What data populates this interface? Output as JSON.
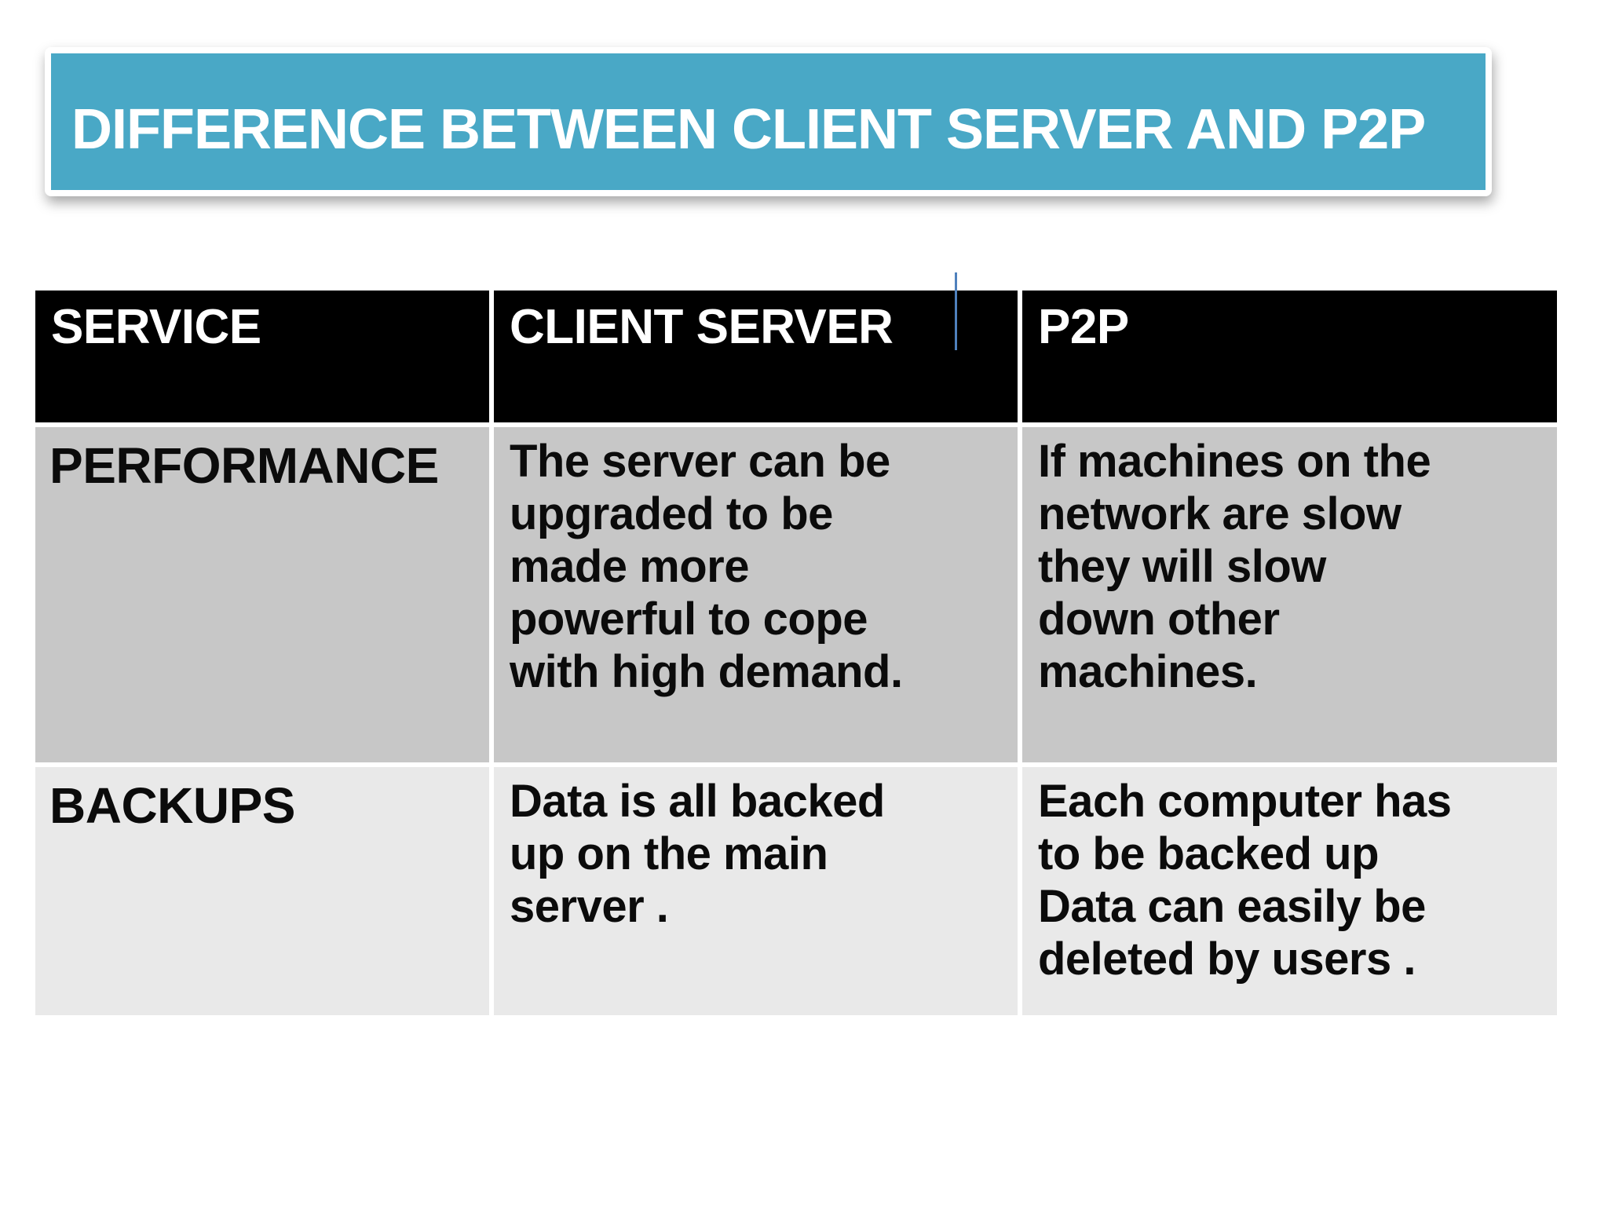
{
  "slide": {
    "title": "DIFFERENCE BETWEEN CLIENT SERVER AND P2P"
  },
  "table": {
    "columns": [
      "SERVICE",
      "CLIENT SERVER",
      "P2P"
    ],
    "rows": [
      {
        "service": "PERFORMANCE",
        "client_server": "The server can be\nupgraded to be\nmade more\npowerful to cope\nwith high demand.",
        "p2p": "If machines  on the\nnetwork are slow\nthey will slow\ndown other\nmachines."
      },
      {
        "service": "BACKUPS",
        "client_server": "Data is all  backed\nup on the main\nserver .",
        "p2p": "Each computer has\nto be backed up\nData can easily be\ndeleted by users ."
      }
    ]
  },
  "colors": {
    "banner_teal": "#49A8C6",
    "banner_title_text": "#FFFFFF",
    "header_bg": "#000000",
    "header_text": "#FFFFFF",
    "row_performance_bg": "#C7C7C7",
    "row_backups_bg": "#E9E9E9",
    "body_text": "#0B0B0B",
    "caret_blue": "#4F81BD"
  }
}
